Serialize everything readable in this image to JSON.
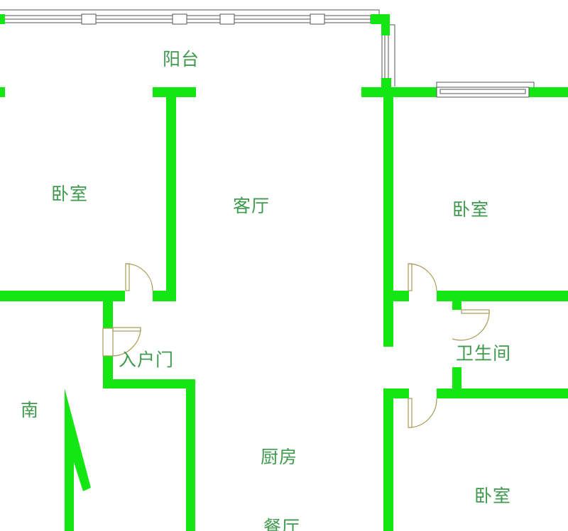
{
  "rooms": {
    "balcony": "阳台",
    "bedroom_nw": "卧室",
    "living_room": "客厅",
    "bedroom_ne": "卧室",
    "bathroom": "卫生间",
    "entrance_door": "入户门",
    "south": "南",
    "kitchen": "厨房",
    "bedroom_se": "卧室",
    "dining_room": "餐厅"
  },
  "colors": {
    "wall": "#14e614",
    "label": "#3f9a4e",
    "door": "#a89a55"
  }
}
